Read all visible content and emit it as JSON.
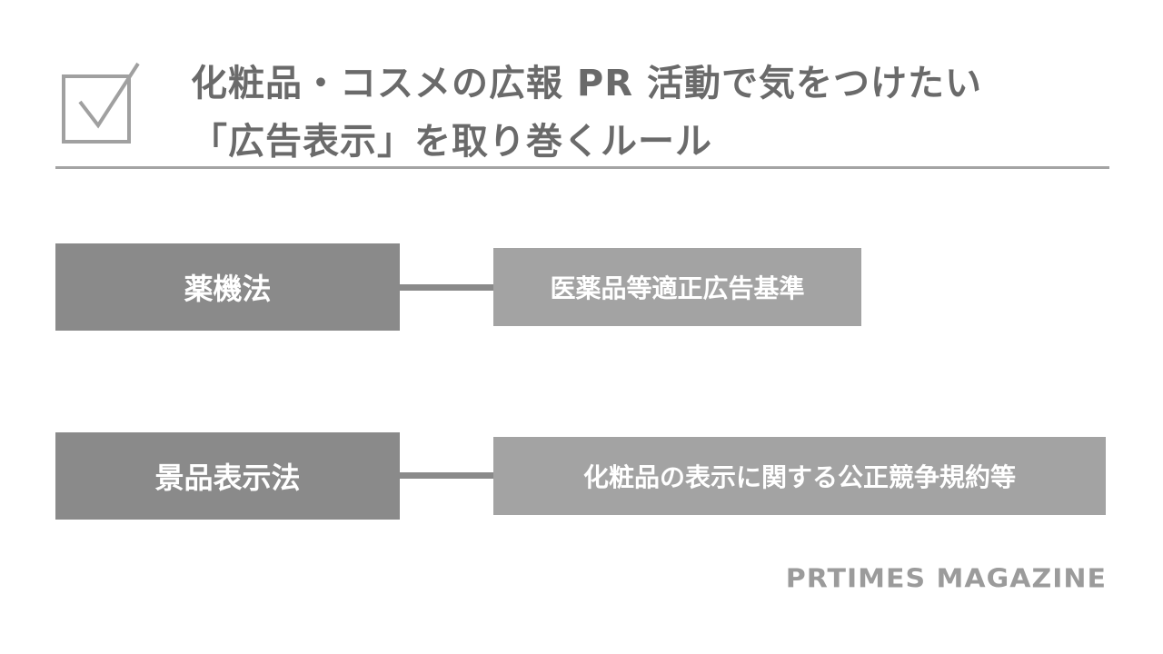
{
  "header": {
    "icon": "checkbox-checked-icon",
    "title_line1": "化粧品・コスメの広報 PR 活動で気をつけたい",
    "title_line2": "「広告表示」を取り巻くルール"
  },
  "diagram": {
    "rows": [
      {
        "law": "薬機法",
        "rule": "医薬品等適正広告基準"
      },
      {
        "law": "景品表示法",
        "rule": "化粧品の表示に関する公正競争規約等"
      }
    ]
  },
  "footer": {
    "logo_text": "PRTIMES MAGAZINE"
  },
  "colors": {
    "title_text": "#6a6a6a",
    "law_box": "#8a8a8a",
    "rule_box": "#a3a3a3",
    "divider": "#a4a4a4",
    "logo": "#9b9b9b"
  }
}
